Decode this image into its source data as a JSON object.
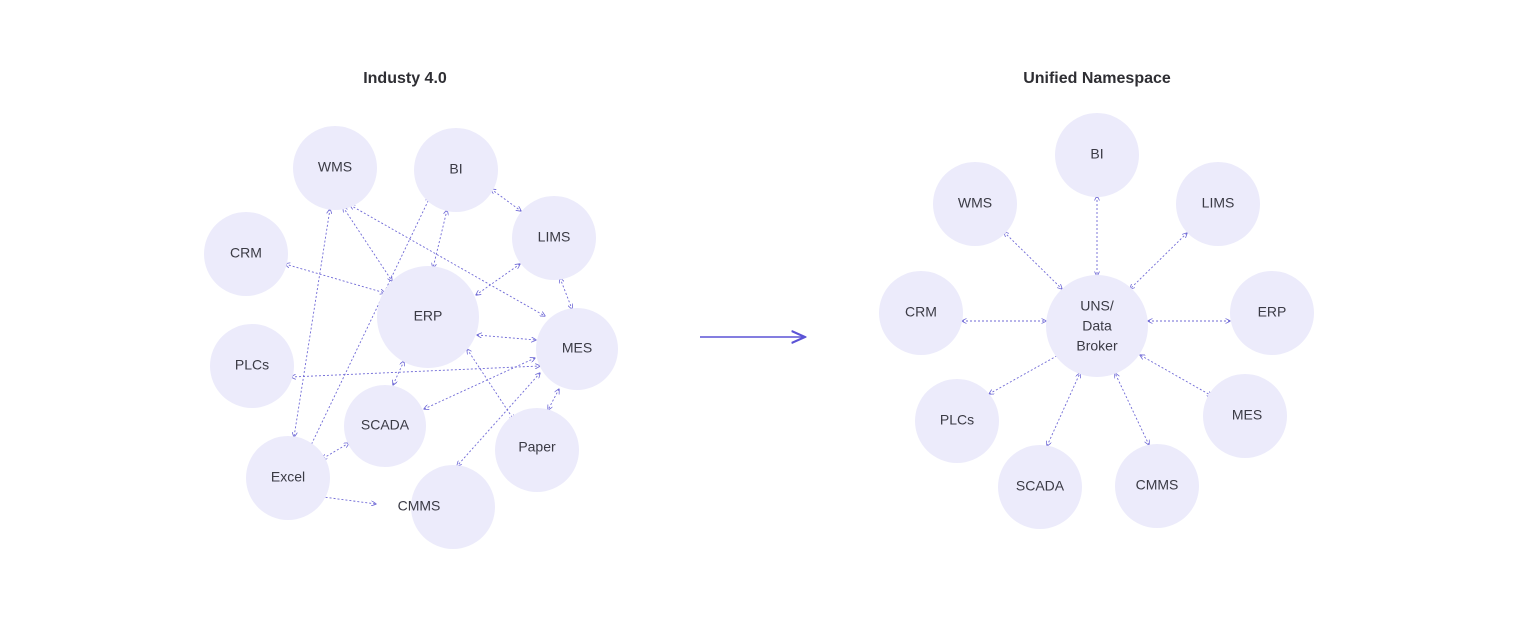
{
  "left": {
    "title": "Industy 4.0",
    "nodes": {
      "wms": "WMS",
      "bi": "BI",
      "crm": "CRM",
      "lims": "LIMS",
      "erp": "ERP",
      "mes": "MES",
      "plcs": "PLCs",
      "scada": "SCADA",
      "paper": "Paper",
      "excel": "Excel",
      "cmms": "CMMS"
    }
  },
  "right": {
    "title": "Unified Namespace",
    "hub": [
      "UNS/",
      "Data",
      "Broker"
    ],
    "nodes": {
      "bi": "BI",
      "wms": "WMS",
      "lims": "LIMS",
      "crm": "CRM",
      "erp": "ERP",
      "plcs": "PLCs",
      "mes": "MES",
      "scada": "SCADA",
      "cmms": "CMMS"
    }
  },
  "colors": {
    "node_fill": "#ecebfb",
    "edge": "#6f69d6",
    "arrow": "#5b53d6"
  }
}
